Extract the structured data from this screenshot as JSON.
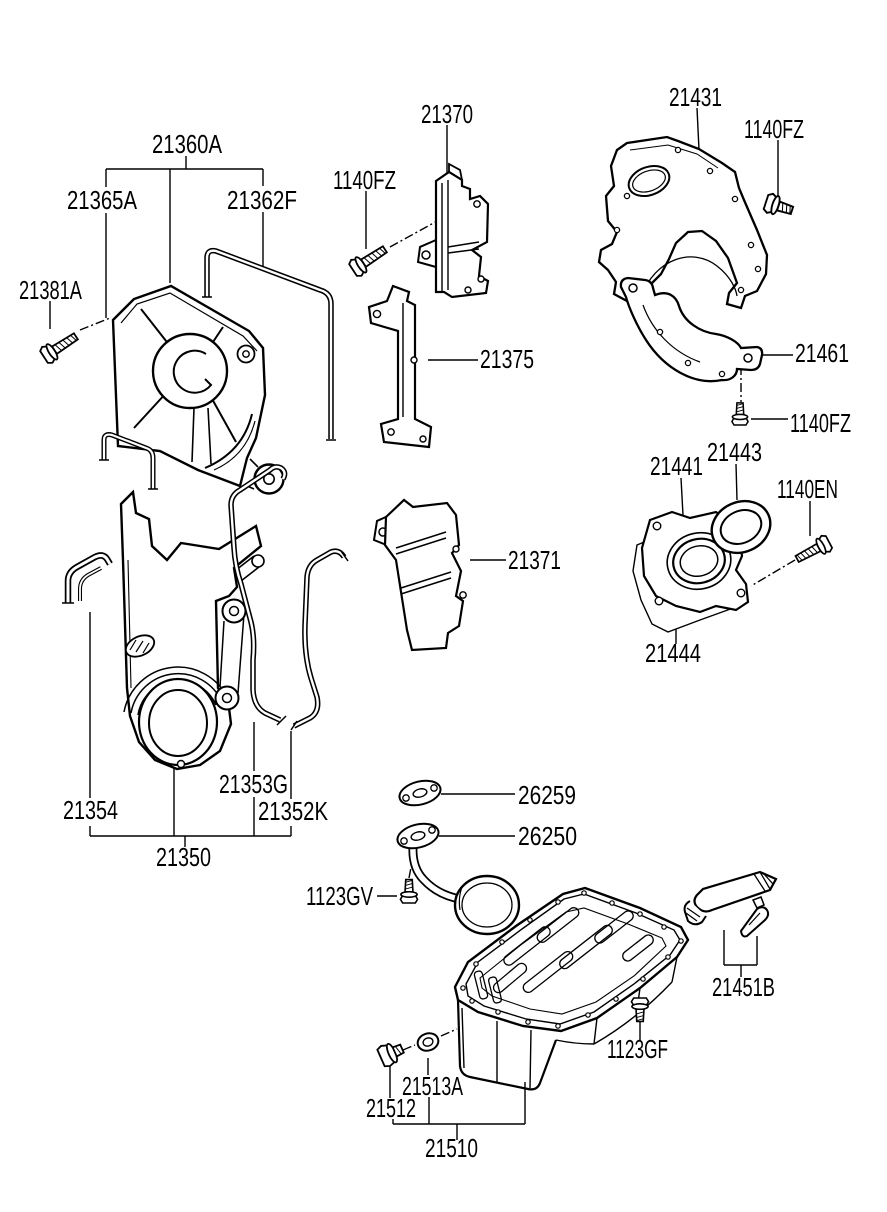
{
  "colors": {
    "paper": "#ffffff",
    "ink": "#000000"
  },
  "diagram": {
    "type": "exploded-parts-diagram"
  },
  "labels": {
    "p21360A": "21360A",
    "p21365A": "21365A",
    "p21362F": "21362F",
    "p21381A": "21381A",
    "p1140FZ_a": "1140FZ",
    "p21370": "21370",
    "p21375": "21375",
    "p21371": "21371",
    "p21431": "21431",
    "p1140FZ_b": "1140FZ",
    "p21461": "21461",
    "p1140FZ_c": "1140FZ",
    "p21441": "21441",
    "p21443": "21443",
    "p1140EN": "1140EN",
    "p21444": "21444",
    "p21354": "21354",
    "p21353G": "21353G",
    "p21352K": "21352K",
    "p21350": "21350",
    "p26259": "26259",
    "p26250": "26250",
    "p1123GV": "1123GV",
    "p21451B": "21451B",
    "p1123GF": "1123GF",
    "p21513A": "21513A",
    "p21512": "21512",
    "p21510": "21510"
  }
}
